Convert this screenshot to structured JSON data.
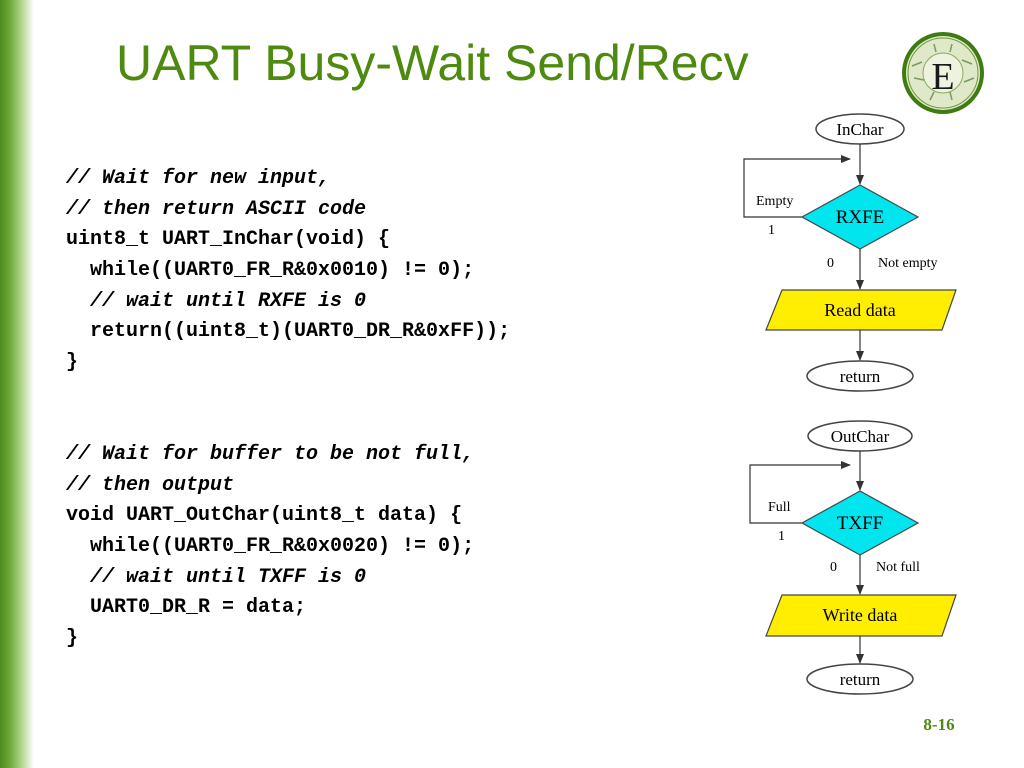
{
  "slide": {
    "title": "UART Busy-Wait Send/Recv",
    "page_number": "8-16",
    "colors": {
      "title": "#4f8a10",
      "diamond": "#00e5ee",
      "process": "#ffee00"
    },
    "logo": {
      "letter": "E",
      "icon": "texas-instruments-education-seal-icon"
    }
  },
  "code_blocks": [
    {
      "lines": [
        {
          "text": "// Wait for new input,",
          "comment": true
        },
        {
          "text": "// then return ASCII code",
          "comment": true
        },
        {
          "text": "uint8_t UART_InChar(void) {",
          "comment": false
        },
        {
          "text": "  while((UART0_FR_R&0x0010) != 0);",
          "comment": false
        },
        {
          "text": "  // wait until RXFE is 0",
          "comment": true
        },
        {
          "text": "  return((uint8_t)(UART0_DR_R&0xFF));",
          "comment": false
        },
        {
          "text": "}",
          "comment": false
        }
      ]
    },
    {
      "lines": [
        {
          "text": "// Wait for buffer to be not full,",
          "comment": true
        },
        {
          "text": "// then output",
          "comment": true
        },
        {
          "text": "void UART_OutChar(uint8_t data) {",
          "comment": false
        },
        {
          "text": "  while((UART0_FR_R&0x0020) != 0);",
          "comment": false
        },
        {
          "text": "  // wait until TXFF is 0",
          "comment": true
        },
        {
          "text": "  UART0_DR_R = data;",
          "comment": false
        },
        {
          "text": "}",
          "comment": false
        }
      ]
    }
  ],
  "flowcharts": [
    {
      "start": "InChar",
      "decision": "RXFE",
      "loop_label": "Empty",
      "loop_value": "1",
      "exit_value": "0",
      "exit_label": "Not empty",
      "process": "Read data",
      "end": "return"
    },
    {
      "start": "OutChar",
      "decision": "TXFF",
      "loop_label": "Full",
      "loop_value": "1",
      "exit_value": "0",
      "exit_label": "Not full",
      "process": "Write data",
      "end": "return"
    }
  ]
}
